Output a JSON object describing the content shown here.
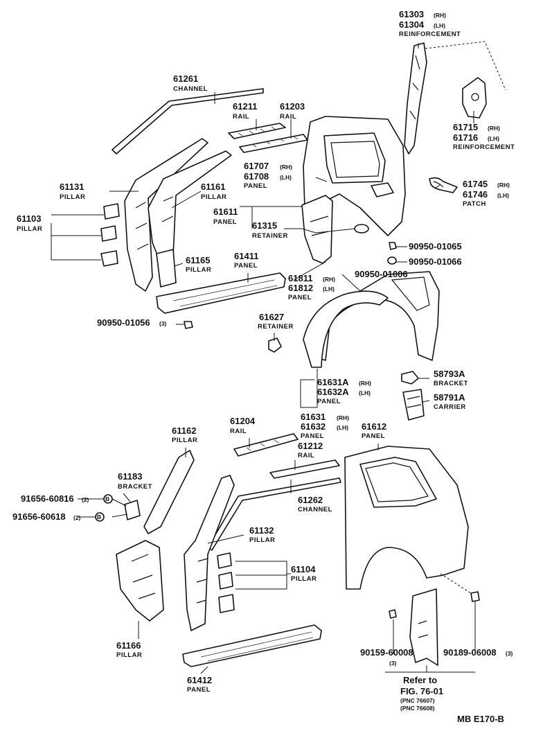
{
  "labels": {
    "l61303": {
      "num": "61303",
      "suf": "(RH)"
    },
    "l61304": {
      "num": "61304",
      "suf": "(LH)",
      "name": "REINFORCEMENT"
    },
    "l61261": {
      "num": "61261",
      "name": "CHANNEL"
    },
    "l61211": {
      "num": "61211",
      "name": "RAIL"
    },
    "l61203": {
      "num": "61203",
      "name": "RAIL"
    },
    "l61715": {
      "num": "61715",
      "suf": "(RH)"
    },
    "l61716": {
      "num": "61716",
      "suf": "(LH)",
      "name": "REINFORCEMENT"
    },
    "l61707": {
      "num": "61707",
      "suf": "(RH)"
    },
    "l61708": {
      "num": "61708",
      "suf": "(LH)",
      "name": "PANEL"
    },
    "l61131": {
      "num": "61131",
      "name": "PILLAR"
    },
    "l61161": {
      "num": "61161",
      "name": "PILLAR"
    },
    "l61745": {
      "num": "61745",
      "suf": "(RH)"
    },
    "l61746": {
      "num": "61746",
      "suf": "(LH)",
      "name": "PATCH"
    },
    "l61103": {
      "num": "61103",
      "name": "PILLAR"
    },
    "l61611": {
      "num": "61611",
      "name": "PANEL"
    },
    "l61315": {
      "num": "61315",
      "name": "RETAINER"
    },
    "l9095001065": {
      "num": "90950-01065"
    },
    "l61165": {
      "num": "61165",
      "name": "PILLAR"
    },
    "l61411": {
      "num": "61411",
      "name": "PANEL"
    },
    "l9095001066": {
      "num": "90950-01066"
    },
    "l61811": {
      "num": "61811",
      "suf": "(RH)"
    },
    "l9095001006": {
      "num": "90950-01006"
    },
    "l61812": {
      "num": "61812",
      "suf": "(LH)",
      "name": "PANEL"
    },
    "l9095001056": {
      "num": "90950-01056",
      "suf": "(3)"
    },
    "l61627": {
      "num": "61627",
      "name": "RETAINER"
    },
    "l61631A": {
      "num": "61631A",
      "suf": "(RH)"
    },
    "l61632A": {
      "num": "61632A",
      "suf": "(LH)",
      "name": "PANEL"
    },
    "l58793A": {
      "num": "58793A",
      "name": "BRACKET"
    },
    "l58791A": {
      "num": "58791A",
      "name": "CARRIER"
    },
    "l61631": {
      "num": "61631",
      "suf": "(RH)"
    },
    "l61632": {
      "num": "61632",
      "suf": "(LH)",
      "name": "PANEL"
    },
    "l61162": {
      "num": "61162",
      "name": "PILLAR"
    },
    "l61204": {
      "num": "61204",
      "name": "RAIL"
    },
    "l61612": {
      "num": "61612",
      "name": "PANEL"
    },
    "l61212": {
      "num": "61212",
      "name": "RAIL"
    },
    "l61183": {
      "num": "61183",
      "name": "BRACKET"
    },
    "l9165660816": {
      "num": "91656-60816",
      "suf": "(2)"
    },
    "l9165660618": {
      "num": "91656-60618",
      "suf": "(2)"
    },
    "l61262": {
      "num": "61262",
      "name": "CHANNEL"
    },
    "l61132": {
      "num": "61132",
      "name": "PILLAR"
    },
    "l61104": {
      "num": "61104",
      "name": "PILLAR"
    },
    "l61166": {
      "num": "61166",
      "name": "PILLAR"
    },
    "l61412": {
      "num": "61412",
      "name": "PANEL"
    },
    "l9015960008": {
      "num": "90159-60008",
      "suf": "(3)"
    },
    "l9018906008": {
      "num": "90189-06008",
      "suf": "(3)"
    }
  },
  "bolt_mark": "B",
  "refer": {
    "line1": "Refer to",
    "line2": "FIG. 76-01",
    "line3": "(PNC 76607)",
    "line4": "(PNC 76608)"
  },
  "footer_code": "MB  E170-B"
}
